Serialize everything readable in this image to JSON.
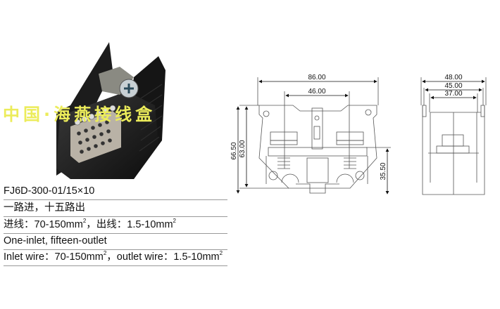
{
  "watermark": "中国·海燕接线盒",
  "product_photo": {
    "description": "black distribution terminal block with 15 outlet screws and one inlet screw"
  },
  "specs": [
    {
      "text": "FJ6D-300-01/15×10"
    },
    {
      "text": "一路进，十五路出"
    },
    {
      "prefix": "进线：70-150mm",
      "sup1": "2",
      "mid": "，出线：1.5-10mm",
      "sup2": "2"
    },
    {
      "text": "One-inlet, fifteen-outlet"
    },
    {
      "prefix": "Inlet wire：70-150mm",
      "sup1": "2",
      "mid": "，outlet wire：1.5-10mm",
      "sup2": "2"
    }
  ],
  "front_view": {
    "dim_width_outer": "86.00",
    "dim_width_inner": "46.00",
    "dim_height_total": "66.50",
    "dim_height_body": "63.00",
    "dim_height_rail": "35.50"
  },
  "side_view": {
    "dim_width_1": "48.00",
    "dim_width_2": "45.00",
    "dim_width_3": "37.00"
  }
}
